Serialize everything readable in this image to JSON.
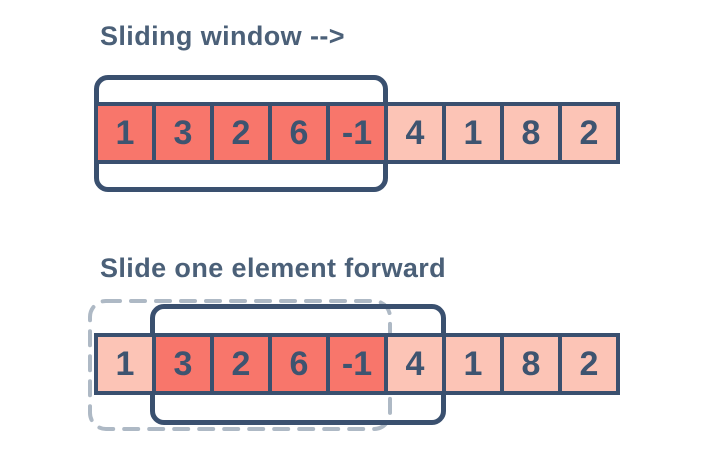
{
  "colors": {
    "background": "#ffffff",
    "cell_dark": "#f8766b",
    "cell_light": "#fcc4b6",
    "navy_border": "#3a506f",
    "digit": "#3e5470",
    "title": "#4b6078",
    "dashed_gray": "#aeb9c5"
  },
  "sections": [
    {
      "title": "Sliding window -->",
      "values": [
        "1",
        "3",
        "2",
        "6",
        "-1",
        "4",
        "1",
        "8",
        "2"
      ],
      "highlight": [
        0,
        1,
        2,
        3,
        4
      ],
      "window_cells": "1,3,2,6,-1"
    },
    {
      "title": "Slide one element forward",
      "values": [
        "1",
        "3",
        "2",
        "6",
        "-1",
        "4",
        "1",
        "8",
        "2"
      ],
      "highlight": [
        1,
        2,
        3,
        4
      ],
      "window_cells": "3,2,6,-1,4",
      "previous_window_cells": "1,3,2,6,-1"
    }
  ]
}
